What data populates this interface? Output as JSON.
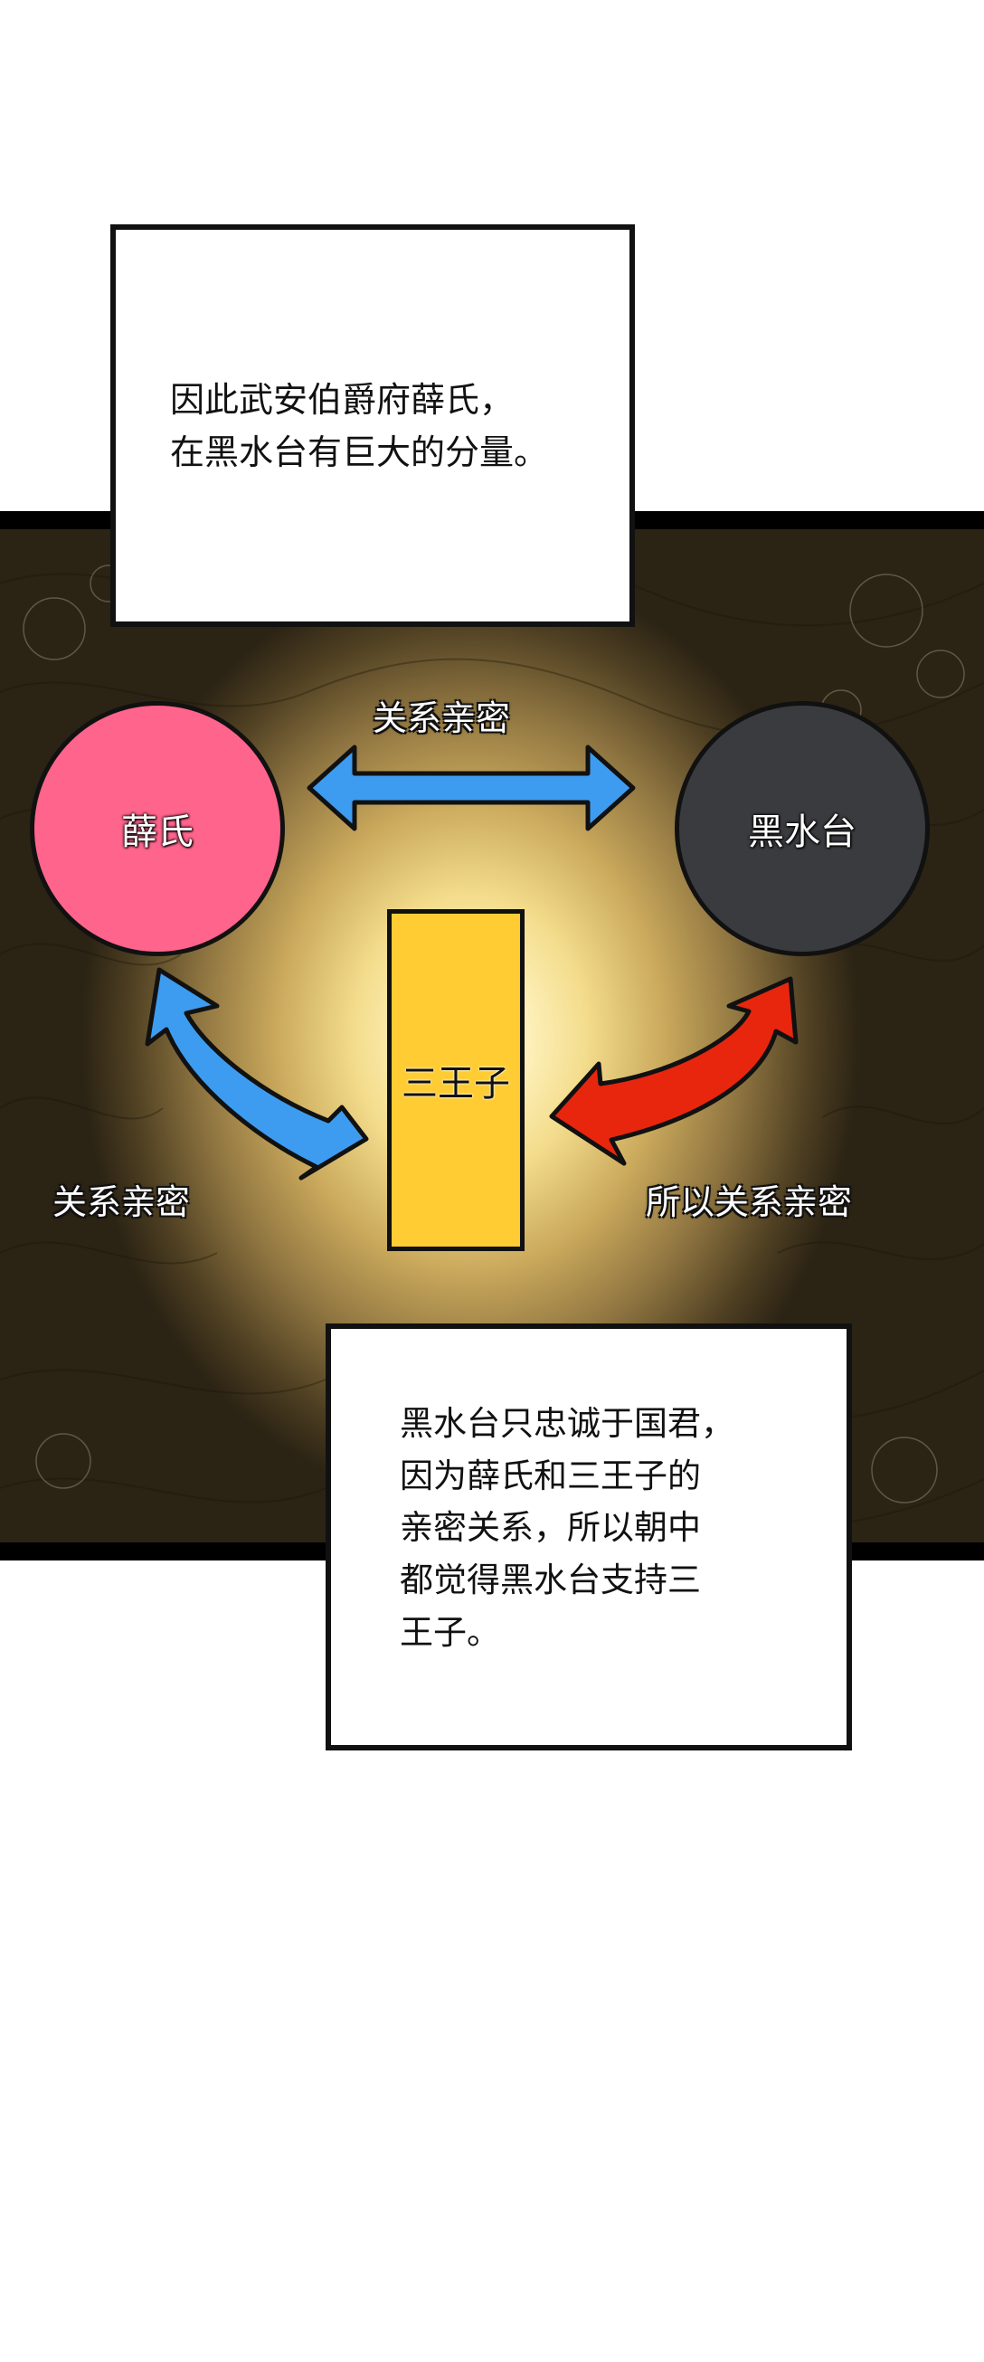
{
  "caption_top": {
    "lines": [
      "因此武安伯爵府薛氏，",
      "在黑水台有巨大的分量。"
    ]
  },
  "caption_bottom": {
    "lines": [
      "黑水台只忠诚于国君，",
      "因为薛氏和三王子的",
      "亲密关系，所以朝中",
      "都觉得黑水台支持三",
      "王子。"
    ]
  },
  "diagram": {
    "nodes": {
      "xue": {
        "label": "薛氏",
        "color": "#ff648c"
      },
      "heishuitai": {
        "label": "黑水台",
        "color": "#3a3b3f"
      },
      "prince": {
        "label": "三王子",
        "color": "#ffcc33"
      }
    },
    "relations": {
      "top": {
        "label": "关系亲密",
        "color": "#3d9cf0"
      },
      "left": {
        "label": "关系亲密",
        "color": "#3d9cf0"
      },
      "right": {
        "label": "所以关系亲密",
        "color": "#e8260e"
      }
    }
  }
}
